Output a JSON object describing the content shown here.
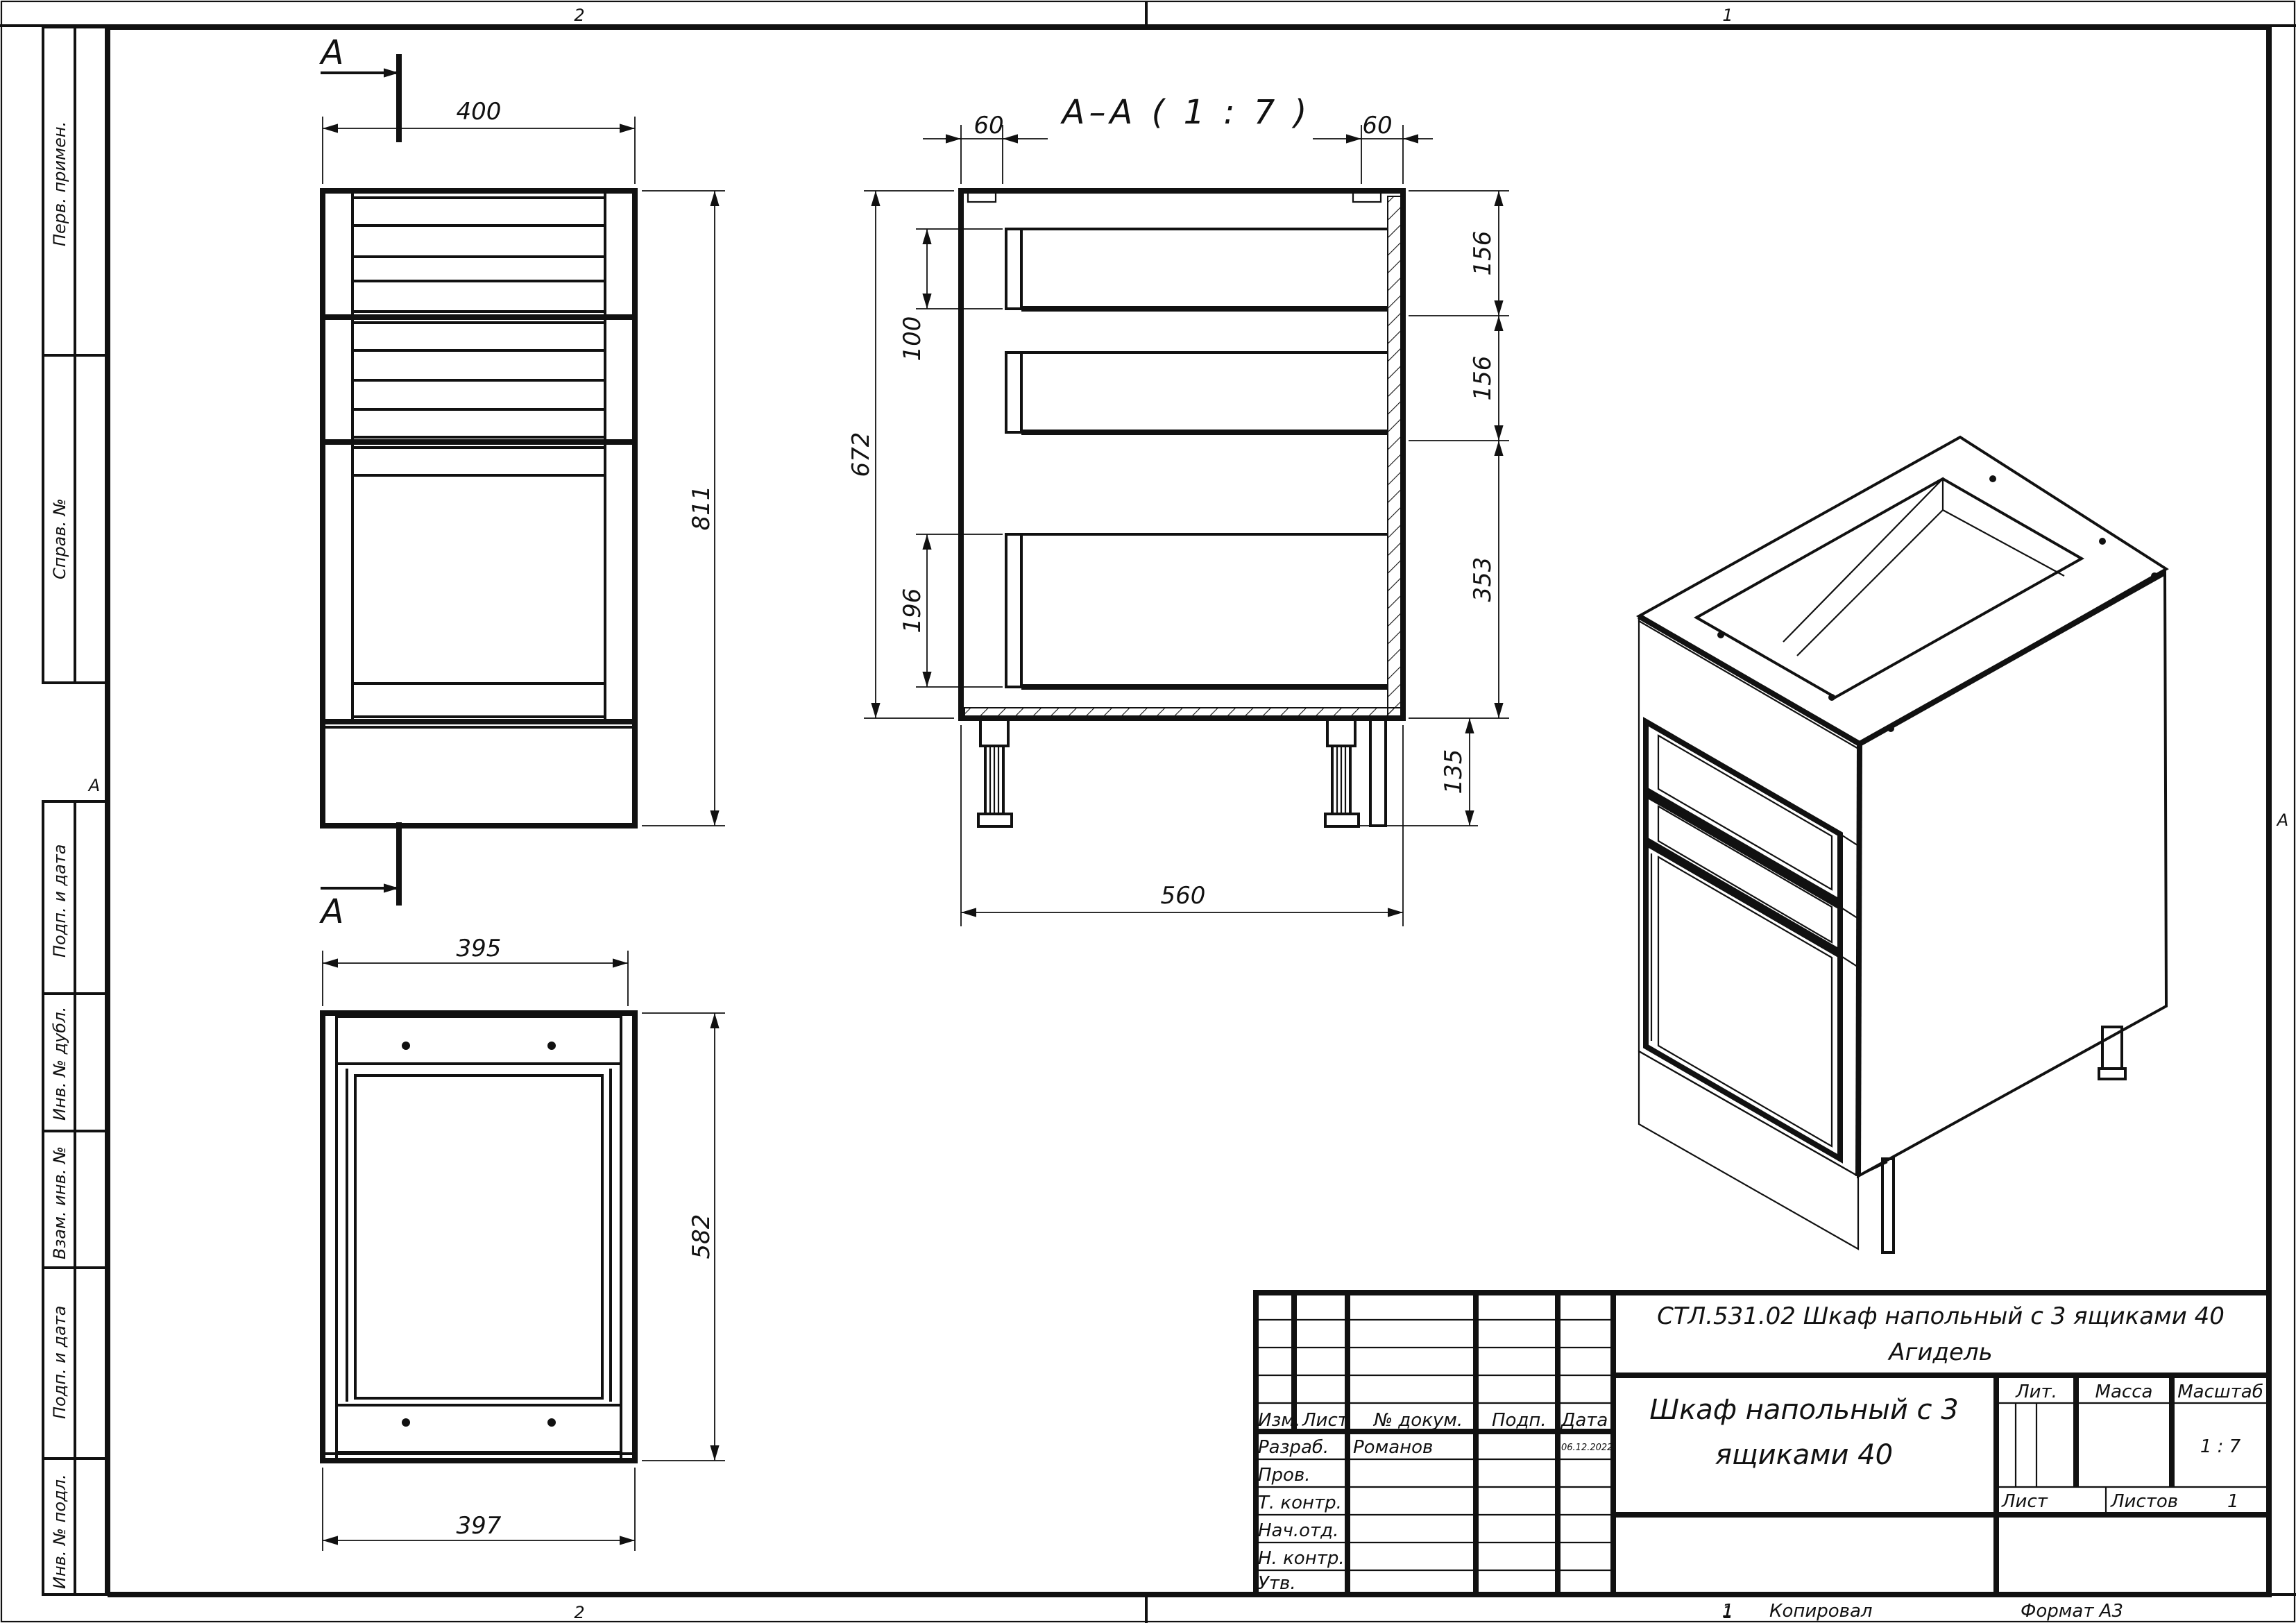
{
  "zones": {
    "top_left": "2",
    "top_right": "1",
    "bottom_left": "2",
    "bottom_right": "1",
    "left_mid": "A",
    "right_mid": "A"
  },
  "margin_labels": [
    "Перв. примен.",
    "Справ. №",
    "Подп. и дата",
    "Инв. № дубл.",
    "Взам. инв. №",
    "Подп. и дата",
    "Инв. № подл."
  ],
  "front_view": {
    "dim_width": "400",
    "dim_height": "811",
    "section_mark_top": "A",
    "section_mark_bottom": "A"
  },
  "section_view": {
    "title": "А–А ( 1 : 7 )",
    "dim_left_60": "60",
    "dim_right_60": "60",
    "dim_672": "672",
    "dim_100": "100",
    "dim_196": "196",
    "dim_156_a": "156",
    "dim_156_b": "156",
    "dim_353": "353",
    "dim_135": "135",
    "dim_560": "560"
  },
  "top_view": {
    "dim_top": "395",
    "dim_bottom": "397",
    "dim_height": "582"
  },
  "title_block": {
    "doc_title_1": "СТЛ.531.02 Шкаф напольный с 3 ящиками 40",
    "doc_title_2": "Агидель",
    "name_1": "Шкаф напольный с 3",
    "name_2": "ящиками 40",
    "hdr_izm": "Изм.",
    "hdr_list": "Лист",
    "hdr_ndoc": "№ докум.",
    "hdr_podp": "Подп.",
    "hdr_data": "Дата",
    "row_razrab": "Разраб.",
    "author": "Романов",
    "date": "06.12.2022",
    "row_prov": "Пров.",
    "row_tkontr": "Т. контр.",
    "row_nachotd": "Нач.отд.",
    "row_nkontr": "Н. контр.",
    "row_utv": "Утв.",
    "lit": "Лит.",
    "massa": "Масса",
    "masshtab": "Масштаб",
    "scale": "1 : 7",
    "list": "Лист",
    "listov": "Листов",
    "listov_val": "1"
  },
  "footer": {
    "num": "1",
    "kopiroval": "Копировал",
    "format": "Формат А3"
  }
}
